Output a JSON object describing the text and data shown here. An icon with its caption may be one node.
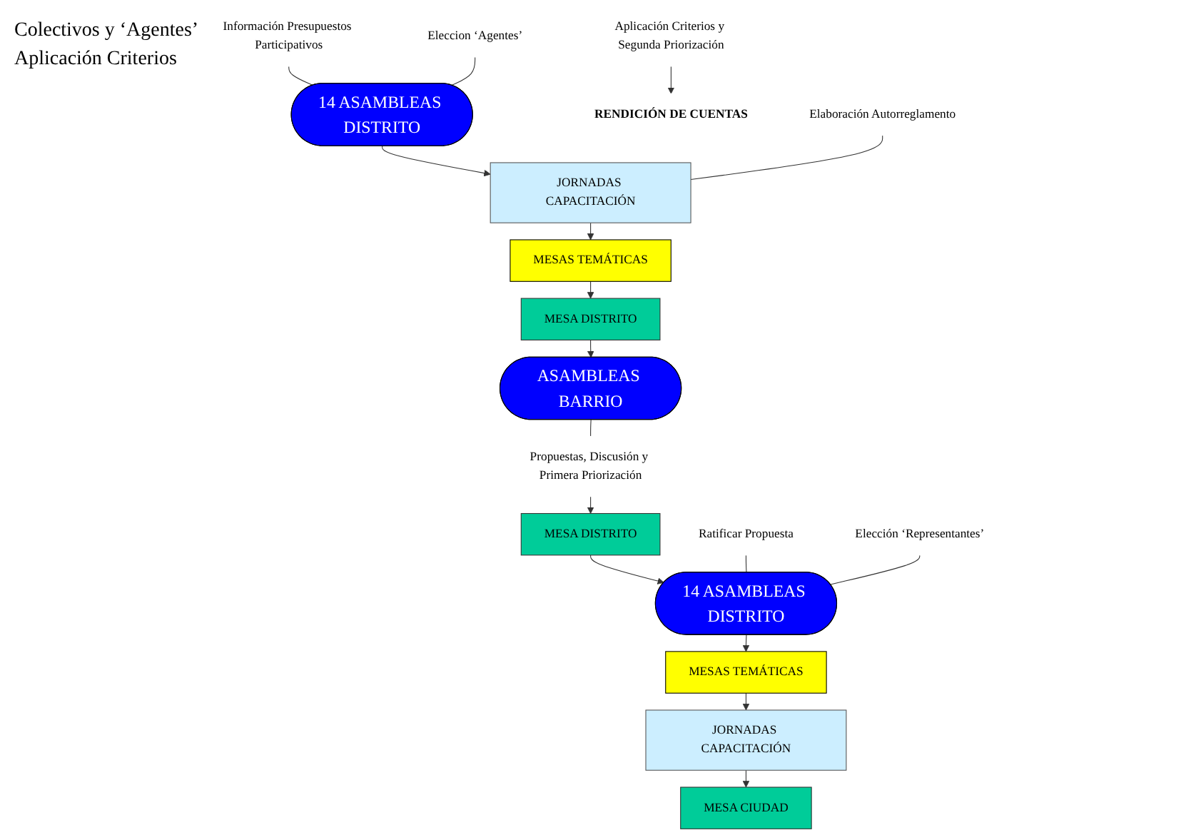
{
  "diagram": {
    "nodes": [
      {
        "text": [
          "Información Presupuestos Participativos"
        ]
      },
      {
        "text": [
          "Eleccion ‘Agentes’"
        ]
      },
      {
        "text": [
          "14 ASAMBLEAS DISTRITO"
        ]
      },
      {
        "text": [
          "JORNADAS CAPACITACIÓN"
        ]
      },
      {
        "text": [
          "MESAS TEMÁTICAS"
        ]
      },
      {
        "text": [
          "MESA DISTRITO"
        ]
      },
      {
        "text": [
          "RENDICIÓN DE CUENTAS"
        ]
      },
      {
        "text": [
          "Elaboración Autorreglamento"
        ]
      },
      {
        "text": [
          "ASAMBLEAS BARRIO"
        ]
      },
      {
        "text": [
          "Aplicación Criterios y Segunda Priorización"
        ]
      },
      {
        "text": [
          "Propuestas, Discusión y Primera Priorización"
        ]
      },
      {
        "text": [
          "MESA CIUDAD"
        ]
      },
      {
        "text": [
          "Ratificar Propuesta"
        ]
      },
      {
        "text": [
          "Elección ‘Representantes’"
        ]
      },
      {
        "text": [
          "MESA DISTRITO"
        ]
      },
      {
        "text": [
          "JORNADAS CAPACITACIÓN"
        ]
      },
      {
        "text": [
          "MESAS TEMÁTICAS"
        ]
      },
      {
        "text": [
          "14 ASAMBLEAS DISTRITO"
        ]
      }
    ],
    "edges": [
      {
        "from": 0,
        "to": 2,
        "arrow": "none"
      },
      {
        "from": 1,
        "to": 2,
        "arrow": "none"
      },
      {
        "from": 2,
        "to": 3,
        "arrow": "to"
      },
      {
        "from": 3,
        "to": 4,
        "arrow": "to"
      },
      {
        "from": 4,
        "to": 5,
        "arrow": "to"
      },
      {
        "from": 7,
        "to": 3,
        "arrow": "none"
      },
      {
        "from": 5,
        "to": 8,
        "arrow": "to"
      },
      {
        "from": 8,
        "to": 10,
        "arrow": "none"
      },
      {
        "from": 10,
        "to": 14,
        "arrow": "to"
      },
      {
        "from": 14,
        "to": 17,
        "arrow": "to"
      },
      {
        "from": 12,
        "to": 17,
        "arrow": "none"
      },
      {
        "from": 13,
        "to": 17,
        "arrow": "none"
      },
      {
        "from": 17,
        "to": 16,
        "arrow": "to"
      },
      {
        "from": 16,
        "to": 15,
        "arrow": "to"
      },
      {
        "from": 15,
        "to": 11,
        "arrow": "to"
      },
      {
        "from": 9,
        "to": 6,
        "arrow": "to"
      }
    ],
    "labels": [
      "Colectivos y ‘Agentes’",
      "Aplicación Criterios"
    ]
  }
}
